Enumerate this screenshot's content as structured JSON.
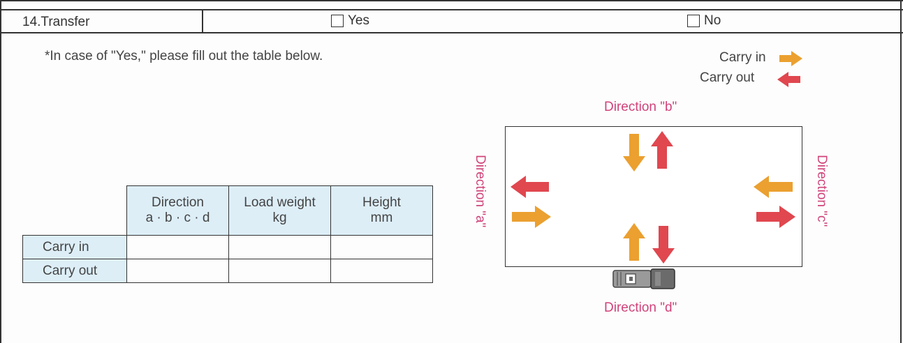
{
  "section": {
    "label": "14.Transfer"
  },
  "options": [
    {
      "label": "Yes",
      "checked": false
    },
    {
      "label": "No",
      "checked": false
    }
  ],
  "note": "*In case of \"Yes,\" please fill out the table below.",
  "legend": {
    "carry_in": {
      "label": "Carry in",
      "color": "#eba030"
    },
    "carry_out": {
      "label": "Carry out",
      "color": "#e0474f"
    }
  },
  "table": {
    "headers": [
      {
        "line1": "Direction",
        "line2": "a · b · c · d"
      },
      {
        "line1": "Load weight",
        "line2": "kg"
      },
      {
        "line1": "Height",
        "line2": "mm"
      }
    ],
    "rows": [
      {
        "label": "Carry in",
        "direction": "",
        "load_weight": "",
        "height": ""
      },
      {
        "label": "Carry out",
        "direction": "",
        "load_weight": "",
        "height": ""
      }
    ]
  },
  "directions": {
    "a": "Direction \"a\"",
    "b": "Direction \"b\"",
    "c": "Direction \"c\"",
    "d": "Direction \"d\""
  },
  "colors": {
    "label_pink": "#d0437a",
    "table_header_bg": "#ddeef7"
  }
}
